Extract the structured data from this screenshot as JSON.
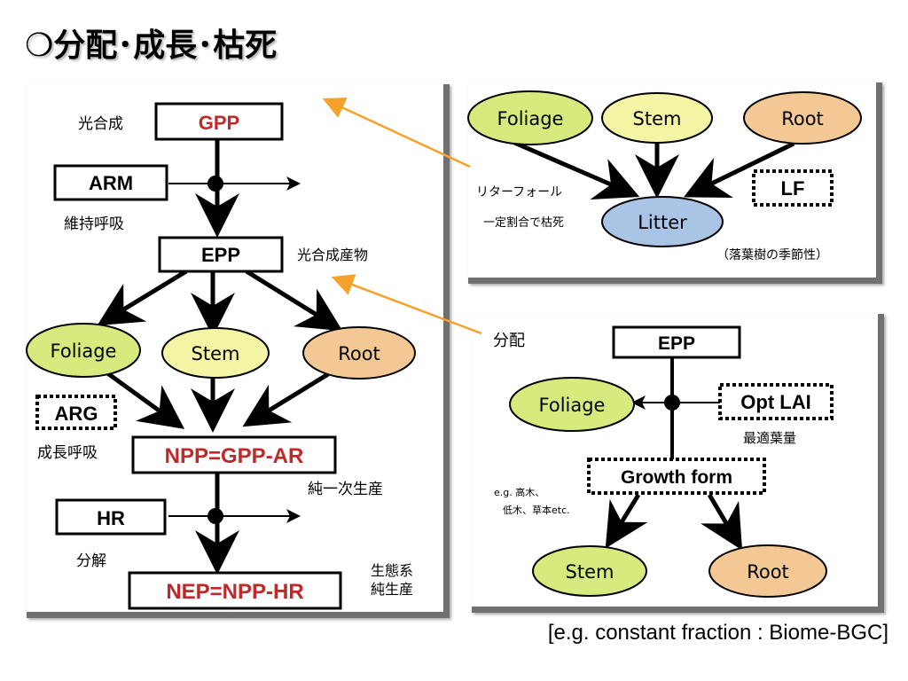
{
  "title": "❍分配･成長･枯死",
  "left": {
    "gpp": "GPP",
    "arm": "ARM",
    "epp": "EPP",
    "foliage": "Foliage",
    "stem": "Stem",
    "root": "Root",
    "arg": "ARG",
    "npp": "NPP=GPP-AR",
    "hr": "HR",
    "nep": "NEP=NPP-HR",
    "label_photosynthesis": "光合成",
    "label_maintenance": "維持呼吸",
    "label_photoproduct": "光合成産物",
    "label_growth_resp": "成長呼吸",
    "label_npp": "純一次生産",
    "label_decomp": "分解",
    "label_nep_1": "生態系",
    "label_nep_2": "純生産"
  },
  "top_right": {
    "foliage": "Foliage",
    "stem": "Stem",
    "root": "Root",
    "litter": "Litter",
    "lf": "LF",
    "label_litterfall": "リターフォール",
    "label_fixed_rate": "一定割合で枯死",
    "label_deciduous": "（落葉樹の季節性）"
  },
  "bottom_right": {
    "epp": "EPP",
    "foliage": "Foliage",
    "opt_lai": "Opt LAI",
    "growth_form": "Growth form",
    "stem": "Stem",
    "root": "Root",
    "label_opt_lai": "最適葉量",
    "label_eg_1": "e.g. 高木、",
    "label_eg_2": "低木、草本etc."
  },
  "label_allocation": "分配",
  "caption": "[e.g. constant fraction : Biome-BGC]",
  "colors": {
    "foliage": "#d6ea7e",
    "stem": "#f5f5a6",
    "root": "#f3c894",
    "litter": "#a9c4e4",
    "red_text": "#c0282a",
    "arrow_orange": "#f5a12a",
    "panel_shadow": "#707070"
  }
}
